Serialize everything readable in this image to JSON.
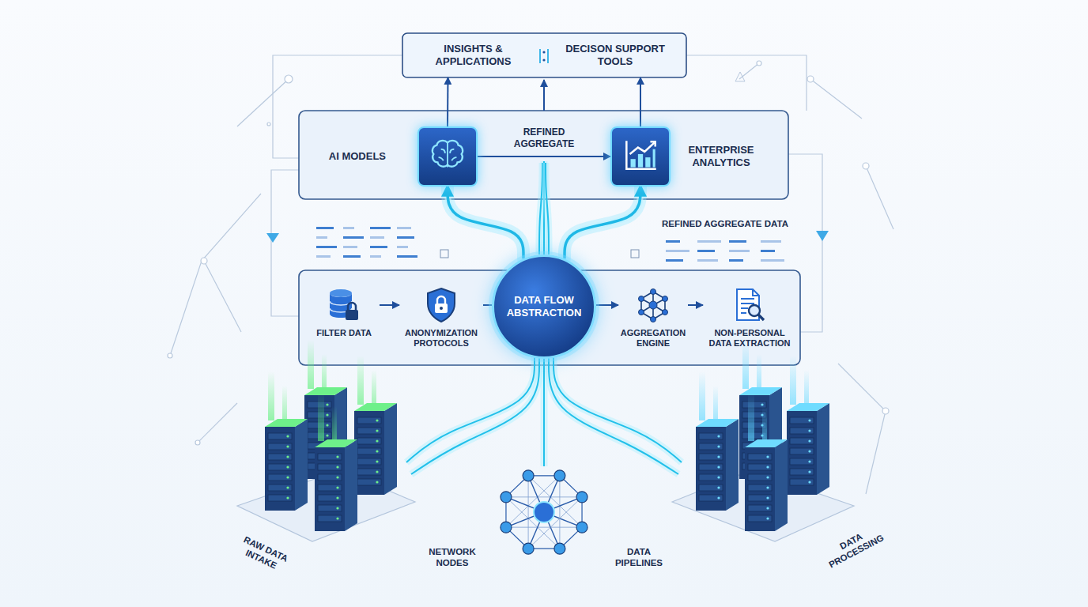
{
  "diagram": {
    "nodes": [
      {
        "text": [
          "INSIGHTS & APPLICATIONS"
        ]
      },
      {
        "text": [
          "DECISON SUPPORT TOOLS"
        ]
      },
      {
        "text": [
          "AI MODELS"
        ]
      },
      {
        "text": [
          "ENTERPRISE ANALYTICS"
        ]
      },
      {
        "text": [
          "FILTER DATA"
        ]
      },
      {
        "text": [
          "ANONYMIZATION PROTOCOLS"
        ]
      },
      {
        "text": [
          "DATA FLOW ABSTRACTION"
        ]
      },
      {
        "text": [
          "AGGREGATION ENGINE"
        ]
      },
      {
        "text": [
          "NON-PERSONAL DATA EXTRACTION"
        ]
      }
    ],
    "edges": [
      {
        "from": 4,
        "to": 5,
        "arrow": "to"
      },
      {
        "from": 5,
        "to": 6,
        "arrow": "none"
      },
      {
        "from": 6,
        "to": 7,
        "arrow": "to"
      },
      {
        "from": 7,
        "to": 8,
        "arrow": "to"
      },
      {
        "from": 6,
        "to": 2,
        "arrow": "to"
      },
      {
        "from": 6,
        "to": 3,
        "arrow": "to"
      },
      {
        "from": 2,
        "to": 3,
        "label": "REFINED AGGREGATE",
        "arrow": "to"
      },
      {
        "from": 2,
        "to": 0,
        "arrow": "to"
      },
      {
        "from": 3,
        "to": 1,
        "arrow": "to"
      }
    ],
    "labels": [
      "REFINED AGGREGATE DATA",
      "RAW DATA INTAKE",
      "NETWORK NODES",
      "DATA PIPELINES",
      "DATA PROCESSING"
    ]
  }
}
